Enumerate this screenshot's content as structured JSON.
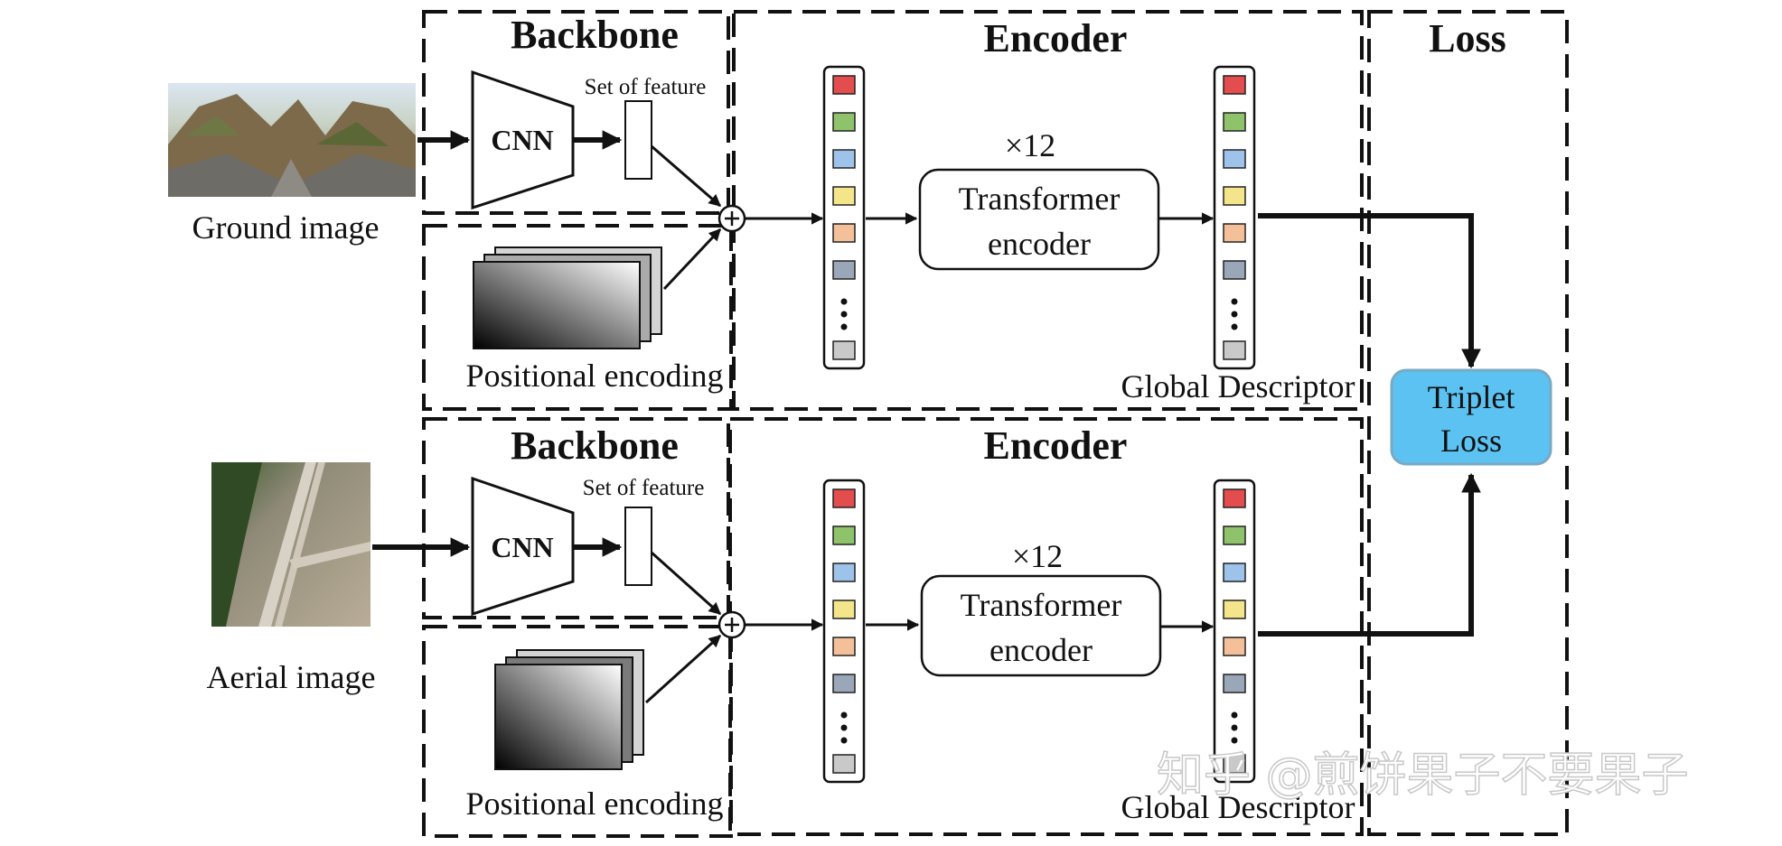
{
  "labels": {
    "backbone": "Backbone",
    "encoder": "Encoder",
    "loss": "Loss",
    "cnn": "CNN",
    "set_of_feature": "Set of feature",
    "times12": "×12",
    "transformer_line1": "Transformer",
    "transformer_line2": "encoder",
    "global_descriptor": "Global Descriptor",
    "positional_encoding": "Positional encoding",
    "ground_image": "Ground image",
    "aerial_image": "Aerial image",
    "triplet_line1": "Triplet",
    "triplet_line2": "Loss",
    "watermark": "知乎 @煎饼果子不要果子"
  },
  "token_colors": [
    "#e44d4d",
    "#8fc36b",
    "#9ec3ea",
    "#f5e58a",
    "#f3c09a",
    "#9aa7b8"
  ],
  "token_end_color": "#c9c9c9",
  "triplet_fill": "#5bc2f1",
  "triplet_stroke": "#7aa9c4"
}
